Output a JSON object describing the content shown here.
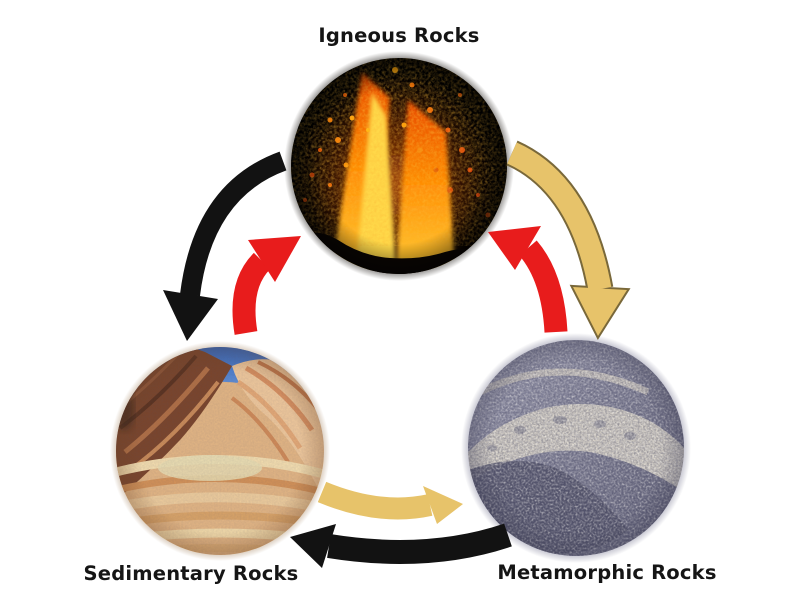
{
  "diagram": {
    "kind": "rock-cycle",
    "nodes": {
      "igneous": {
        "label": "Igneous Rocks",
        "image": "volcanic-eruption-lava-fountain-photo"
      },
      "sedimentary": {
        "label": "Sedimentary Rocks",
        "image": "swirling-sandstone-wave-formation-photo"
      },
      "metamorphic": {
        "label": "Metamorphic Rocks",
        "image": "gray-banded-speckled-rock-photo"
      }
    },
    "arrows": [
      {
        "from": "igneous",
        "to": "sedimentary",
        "color": "black",
        "position": "upper-left"
      },
      {
        "from": "sedimentary",
        "to": "igneous",
        "color": "red",
        "position": "inner-left"
      },
      {
        "from": "igneous",
        "to": "metamorphic",
        "color": "tan",
        "position": "upper-right"
      },
      {
        "from": "metamorphic",
        "to": "igneous",
        "color": "red",
        "position": "inner-right"
      },
      {
        "from": "sedimentary",
        "to": "metamorphic",
        "color": "tan",
        "position": "bottom-upper"
      },
      {
        "from": "metamorphic",
        "to": "sedimentary",
        "color": "black",
        "position": "bottom-lower"
      }
    ],
    "colors": {
      "black": "#121212",
      "red": "#e81c1c",
      "tan": "#e7c36a",
      "tan_outline": "#79683a",
      "label": "#151515",
      "background": "#ffffff"
    }
  }
}
